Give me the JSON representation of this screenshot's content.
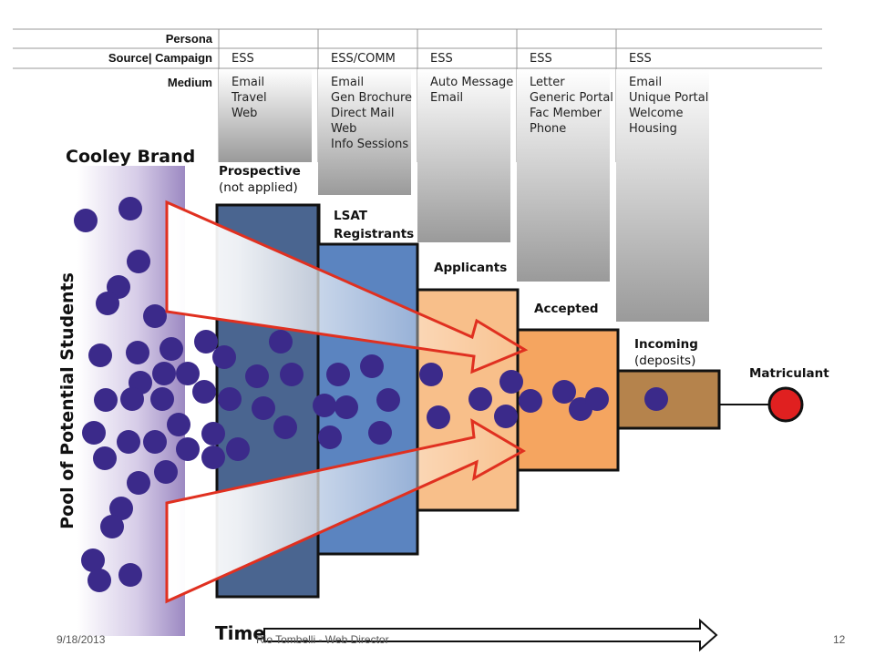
{
  "table": {
    "row_labels": [
      "Persona",
      "Source| Campaign",
      "Medium"
    ],
    "columns": [
      {
        "source": "ESS",
        "medium": [
          "Email",
          "Travel",
          "Web"
        ]
      },
      {
        "source": "ESS/COMM",
        "medium": [
          "Email",
          "Gen Brochure",
          "Direct Mail",
          "Web",
          "Info Sessions"
        ]
      },
      {
        "source": "ESS",
        "medium": [
          "Auto Message",
          "Email"
        ]
      },
      {
        "source": "ESS",
        "medium": [
          "Letter",
          "Generic Portal",
          "Fac Member",
          "Phone"
        ]
      },
      {
        "source": "ESS",
        "medium": [
          "Email",
          "Unique Portal",
          "Welcome",
          "Housing"
        ]
      }
    ]
  },
  "brand": "Cooley Brand",
  "pool_label": "Pool of Potential Students",
  "stages": {
    "prospective": {
      "title": "Prospective",
      "sub": "(not applied)"
    },
    "lsat": {
      "line1": "LSAT",
      "line2": "Registrants"
    },
    "applicants": {
      "title": "Applicants"
    },
    "accepted": {
      "title": "Accepted"
    },
    "incoming": {
      "title": "Incoming",
      "sub": "(deposits)"
    },
    "matriculant": {
      "title": "Matriculant"
    }
  },
  "time_label": "Time",
  "footer": {
    "date": "9/18/2013",
    "author": "Rio Tombelli - Web Director",
    "page": "12"
  },
  "colors": {
    "dot": "#3b2a8a",
    "prospective": "#4a6590",
    "lsat": "#5b84c0",
    "applicants": "#f8bf8a",
    "accepted": "#f5a560",
    "incoming": "#b5834c",
    "matriculant": "#e02020",
    "arrow": "#e03020"
  }
}
